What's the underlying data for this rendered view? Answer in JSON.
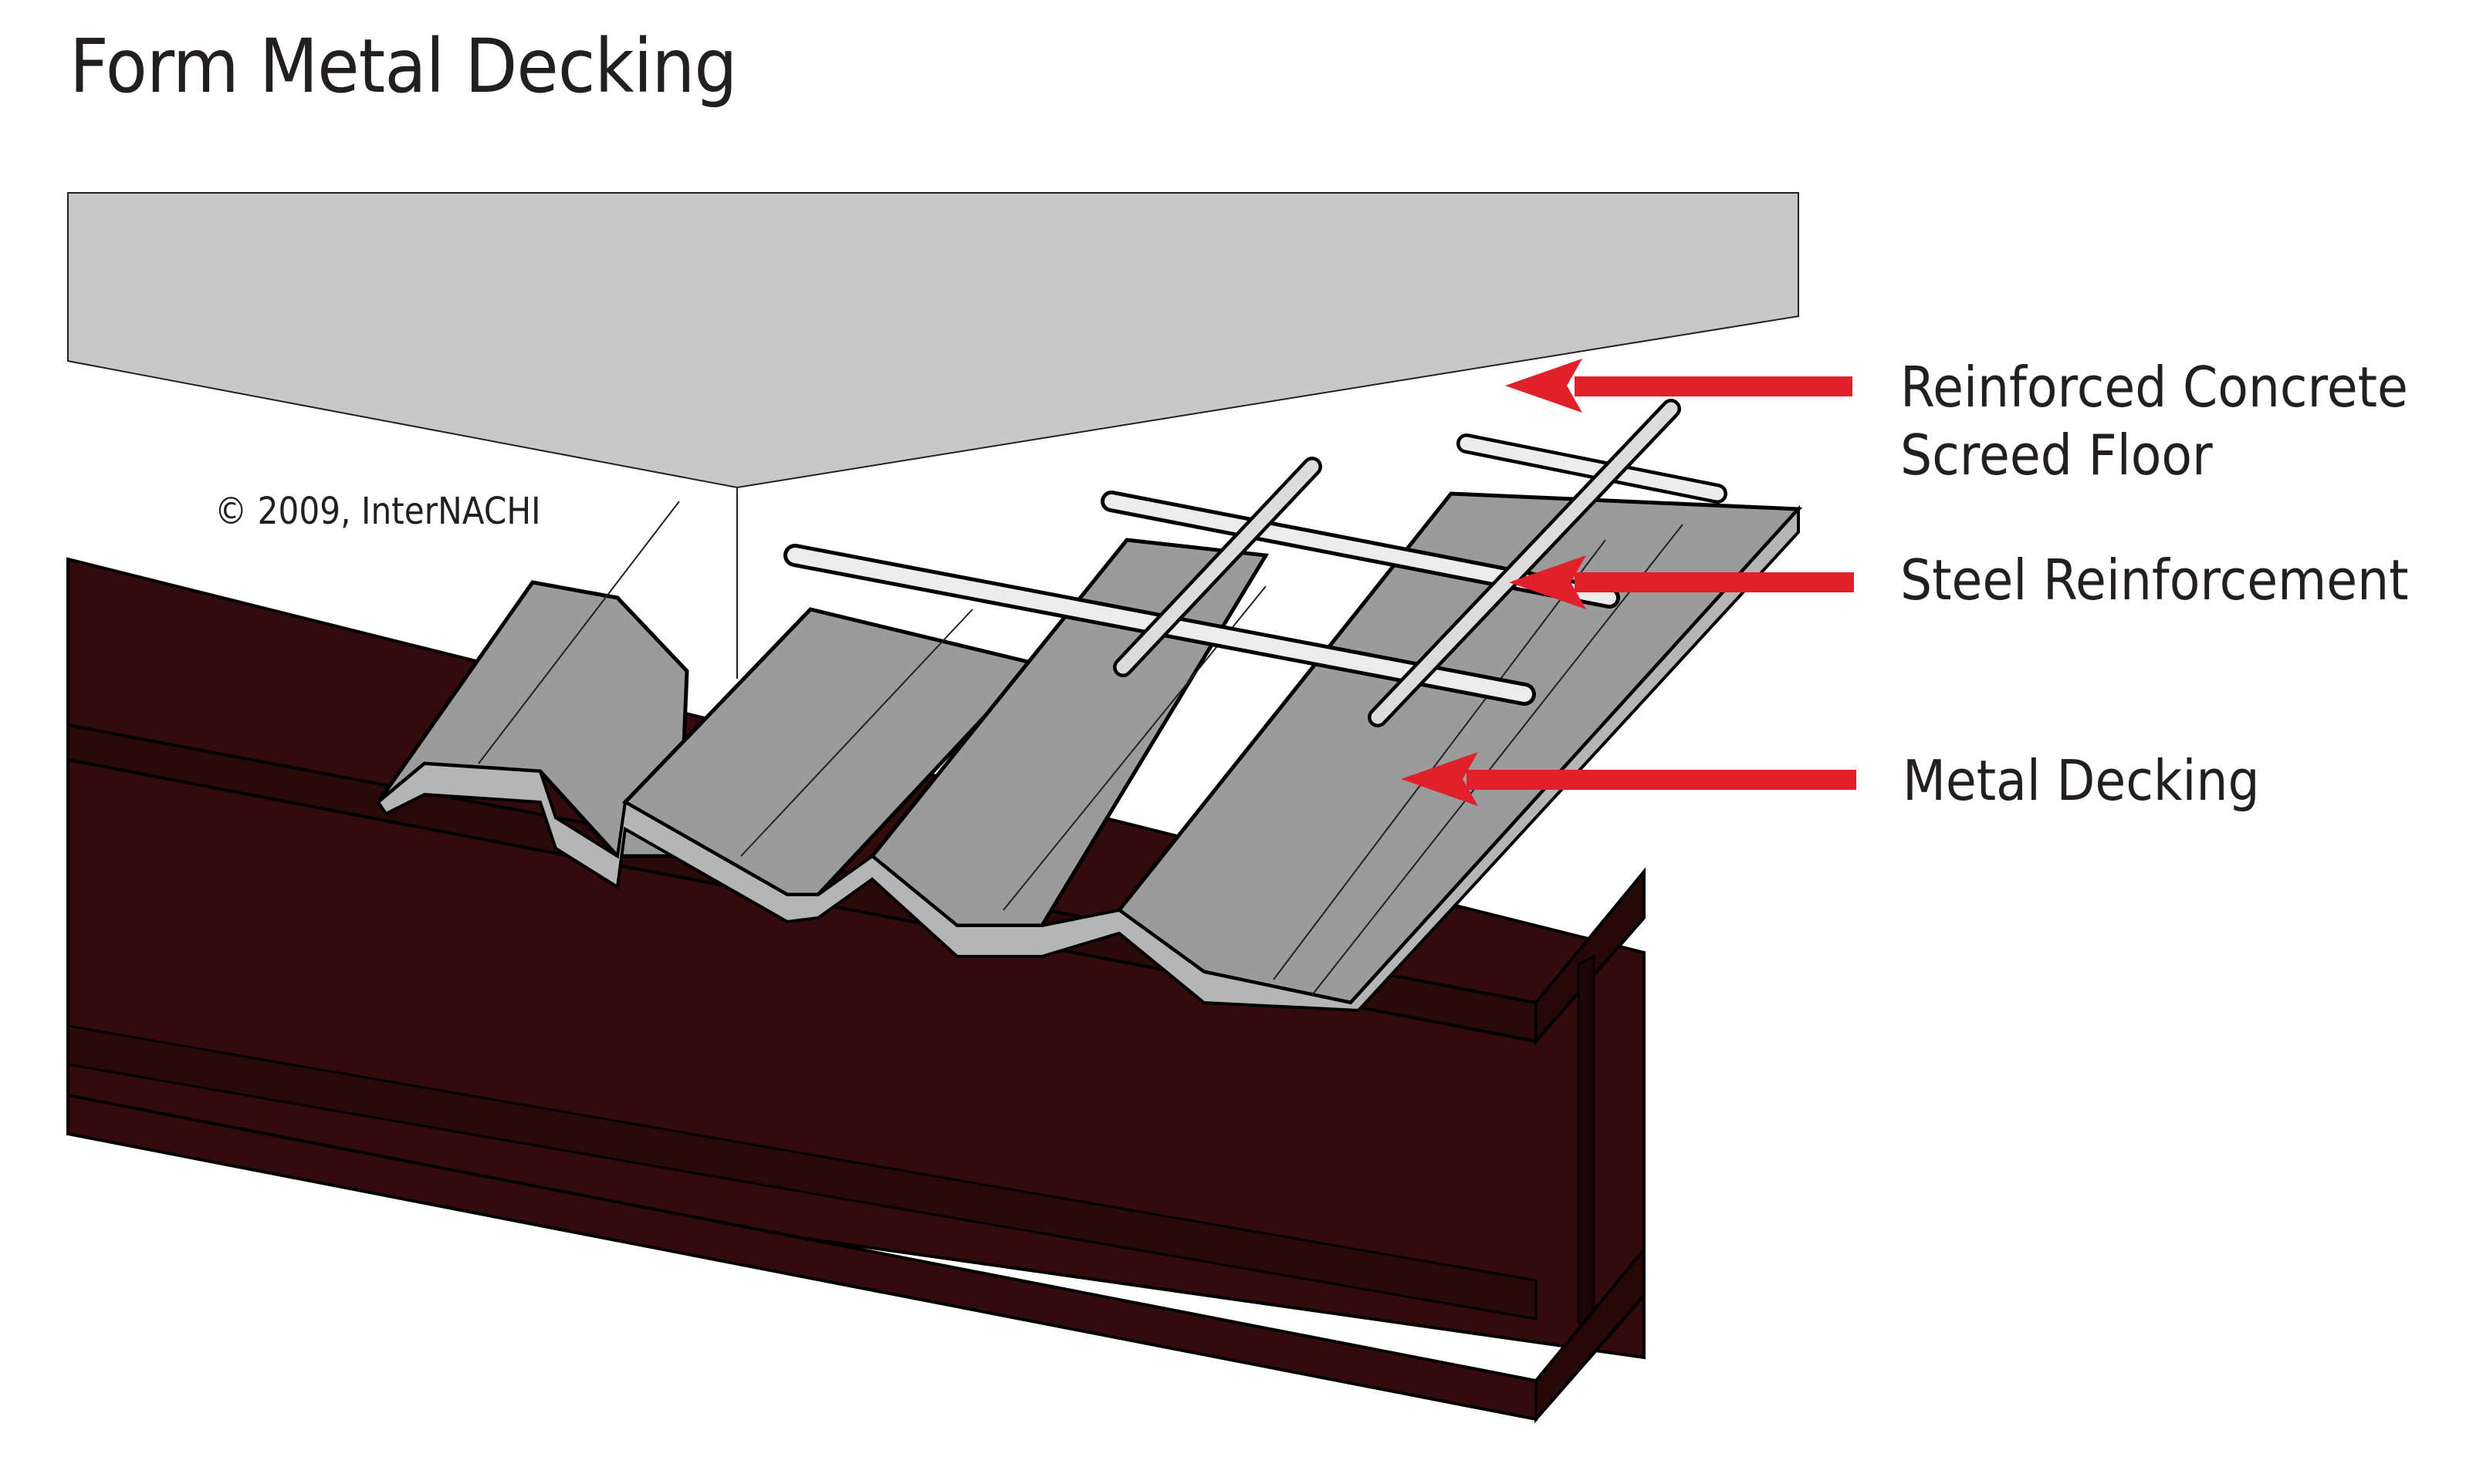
{
  "title": "Form Metal Decking",
  "copyright": "© 2009, InterNACHI",
  "callouts": [
    {
      "id": "concrete",
      "lines": [
        "Reinforced Concrete",
        "Screed Floor"
      ]
    },
    {
      "id": "steel",
      "lines": [
        "Steel Reinforcement"
      ]
    },
    {
      "id": "decking",
      "lines": [
        "Metal Decking"
      ]
    }
  ],
  "colors": {
    "concrete": "#c8c8c8",
    "decking": "#9b9b9b",
    "decking_light": "#b5b5b5",
    "beam": "#330b0c",
    "beam_dark": "#260808",
    "rebar": "#e4e4e4",
    "arrow": "#e0202a",
    "text": "#231f20"
  }
}
